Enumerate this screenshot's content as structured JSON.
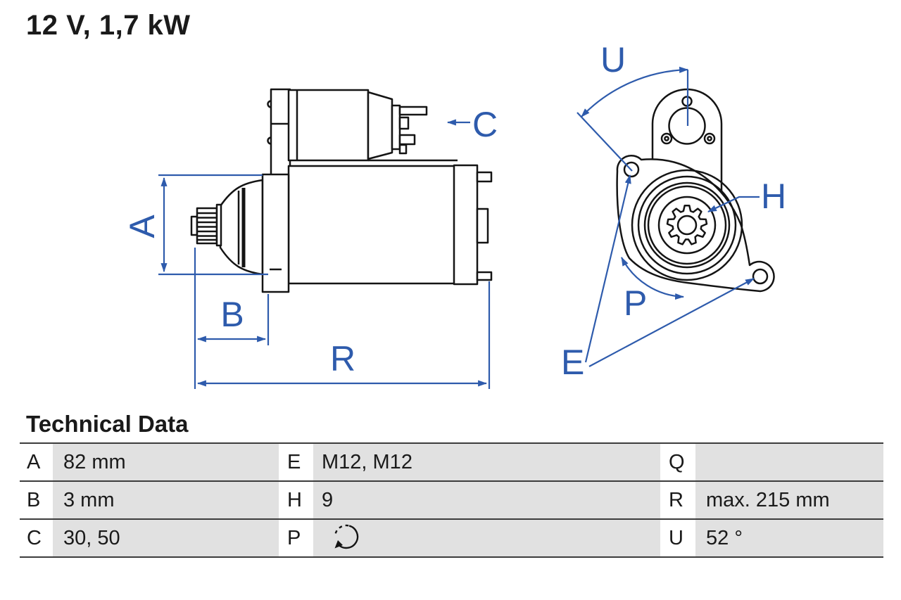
{
  "title": "12 V, 1,7 kW",
  "section_heading": "Technical Data",
  "colors": {
    "annotation_blue": "#2e5bac",
    "drawing_line": "#141414",
    "table_value_bg": "#e1e1e1",
    "table_divider": "#3c3c3c",
    "text": "#1a1a1a"
  },
  "diagram": {
    "side_view": {
      "labels": {
        "a": "A",
        "b": "B",
        "c": "C",
        "r": "R"
      }
    },
    "front_view": {
      "labels": {
        "u": "U",
        "h": "H",
        "p": "P",
        "e": "E"
      }
    }
  },
  "table": {
    "rows": [
      {
        "cells": [
          {
            "label": "A",
            "value": "82 mm"
          },
          {
            "label": "E",
            "value": "M12, M12"
          },
          {
            "label": "Q",
            "value": ""
          }
        ]
      },
      {
        "cells": [
          {
            "label": "B",
            "value": "3 mm"
          },
          {
            "label": "H",
            "value": "9"
          },
          {
            "label": "R",
            "value": "max. 215 mm"
          }
        ]
      },
      {
        "cells": [
          {
            "label": "C",
            "value": "30, 50"
          },
          {
            "label": "P",
            "value": "",
            "icon": "ccw-rotation-icon"
          },
          {
            "label": "U",
            "value": "52 °"
          }
        ]
      }
    ]
  }
}
